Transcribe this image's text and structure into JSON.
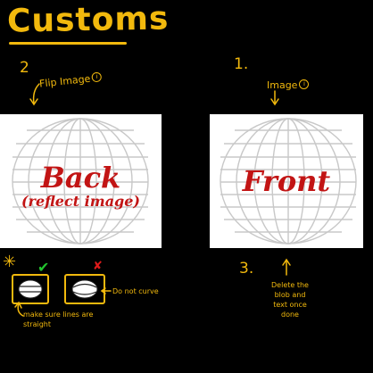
{
  "title": "Customs",
  "steps": {
    "one": "1.",
    "two": "2",
    "three": "3."
  },
  "labels": {
    "flip_image": "Flip Image",
    "image": "Image",
    "info_mark": "i"
  },
  "panels": {
    "back_main": "Back",
    "back_sub": "(reflect image)",
    "front_main": "Front"
  },
  "notes": {
    "make_sure": "make sure lines are straight",
    "do_not_curve": "Do not curve",
    "delete": "Delete the blob and text once done",
    "star": "✳"
  },
  "marks": {
    "check": "✔",
    "cross": "✘"
  },
  "colors": {
    "background": "#000000",
    "handwriting": "#f2b90d",
    "panel_text": "#c21414",
    "check": "#22c32e",
    "cross": "#e01a1a"
  }
}
